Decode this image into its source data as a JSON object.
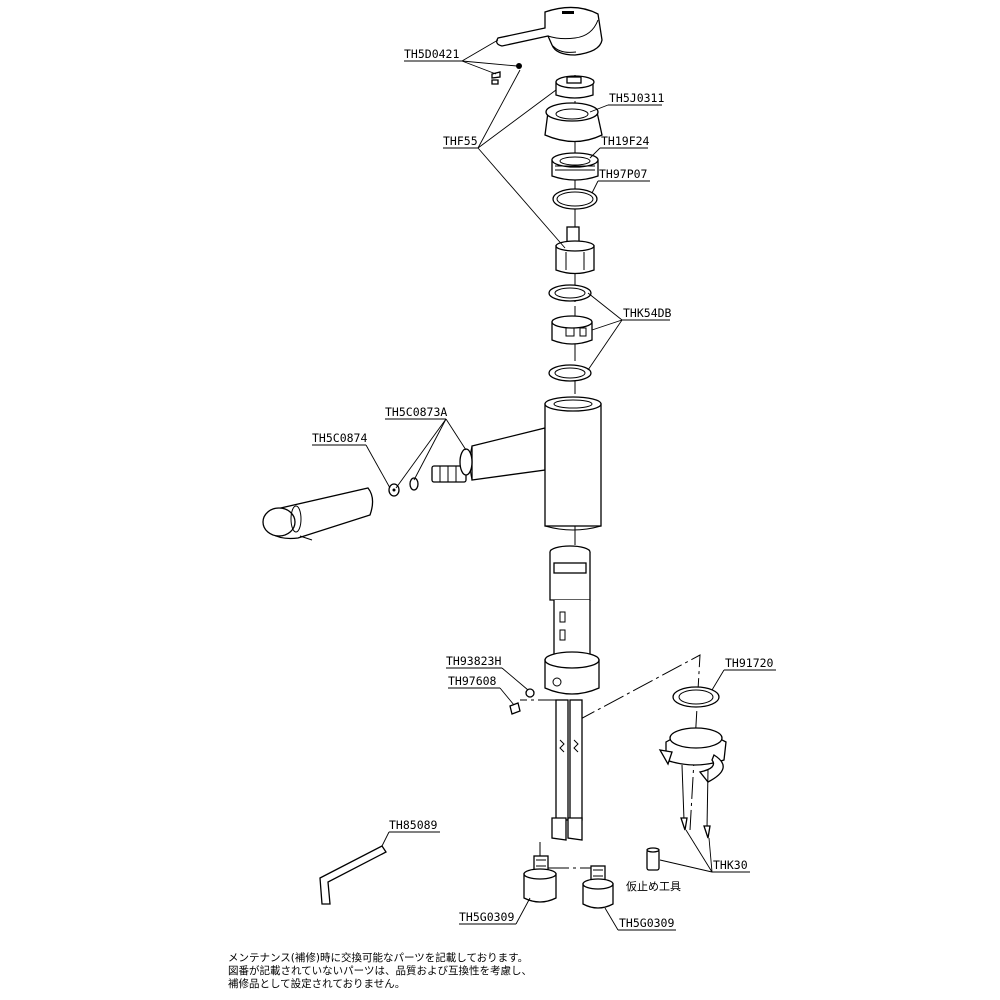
{
  "labels": {
    "handle_parts": "TH5D0421",
    "cartridge_kit": "THF55",
    "cover": "TH5J0311",
    "ring_nut": "TH19F24",
    "o_ring": "TH97P07",
    "packing_set": "THK54DB",
    "spout_parts": "TH5C0873A",
    "spout": "TH5C0874",
    "check_valve": "TH93823H",
    "screw": "TH97608",
    "gasket": "TH91720",
    "hex_wrench": "TH85089",
    "mount_tool": "THK30",
    "connector_left": "TH5G0309",
    "connector_right": "TH5G0309"
  },
  "tool_note": "仮止め工具",
  "notes": [
    "メンテナンス(補修)時に交換可能なパーツを記載しております。",
    "図番が記載されていないパーツは、品質および互換性を考慮し、",
    "補修品として設定されておりません。"
  ]
}
